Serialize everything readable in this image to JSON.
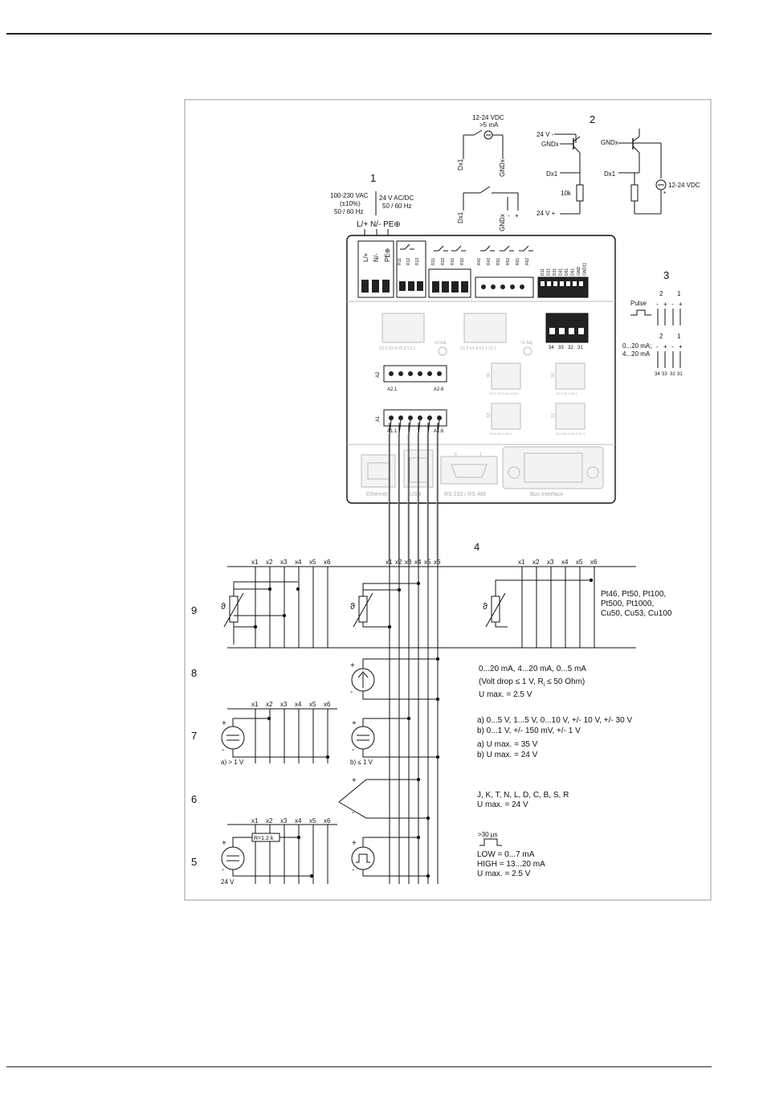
{
  "sections": {
    "s1": "1",
    "s2": "2",
    "s3": "3",
    "s4": "4",
    "s5": "5",
    "s6": "6",
    "s7": "7",
    "s8": "8",
    "s9": "9"
  },
  "supply": {
    "ac_l1": "100-230 VAC",
    "ac_l2": "(±10%)",
    "ac_l3": "50 / 60 Hz",
    "dc_l1": "24 V AC/DC",
    "dc_l2": "50 / 60 Hz",
    "terminals": "L/+ N/- PE⊕",
    "t_l": "L/+",
    "t_n": "N/-",
    "t_pe": "PE⊕"
  },
  "relays": [
    "R11",
    "R12",
    "R13",
    "R21",
    "R22",
    "R31",
    "R32",
    "R41",
    "R42",
    "R51",
    "R52",
    "R61",
    "R62"
  ],
  "digital_terms": [
    "D11",
    "D21",
    "D31",
    "D41",
    "D51",
    "D61",
    "GND",
    "GND11"
  ],
  "digital": {
    "vdc_l1": "12-24 VDC",
    "vdc_l2": ">5 mA",
    "dx1": "Dx1",
    "gndx": "GNDx",
    "v24m": "24 V -",
    "v24p": "24 V +",
    "r10k": "10k",
    "vdc_src": "12-24 VDC",
    "star": "*",
    "plus": "+",
    "minus": "-"
  },
  "device": {
    "v2": "V2.2 V2.4 V2.3 V2.1",
    "v2adj": "V2 Adj.",
    "v1": "V1.2 V1.4 V1.3 V1.1",
    "v1adj": "V1 Adj.",
    "a2": "A2",
    "a21": "A2.1",
    "a26": "A2.6",
    "a1": "A1",
    "a11": "A1.1",
    "a16": "A1.6",
    "t31_34": [
      "34",
      "33",
      "32",
      "31"
    ],
    "s4lbl": "S4.2 S4.3 S4.4 S4.1",
    "s2lbl": "S2.3 S2.2 S2.1",
    "s3lbl": "S3.4 S3.3 S3.2",
    "s1lbl": "S1.4 S1.3 S1.2 S1.1",
    "s5lbl": "S5",
    "s6lbl": "S6",
    "s3v": "S3",
    "s1v": "S1",
    "ethernet": "Ethernet",
    "usb": "USB",
    "rs": "RS 232 / RS 485",
    "bus": "Bus Interface",
    "pin5": "5",
    "pin1": "1"
  },
  "sec3": {
    "pulse": "Pulse",
    "ma": "0...20 mA;",
    "ma2": "4...20 mA",
    "n2": "2",
    "n1": "1",
    "sign_m": "-",
    "sign_p": "+",
    "t": [
      "34",
      "33",
      "32",
      "31"
    ]
  },
  "ch": {
    "x1": "x1",
    "x2": "x2",
    "x3": "x3",
    "x4": "x4",
    "x5": "x5",
    "x6": "x6"
  },
  "rows": {
    "r9_text": [
      "Pt46, Pt50, Pt100,",
      "Pt500, Pt1000,",
      "Cu50, Cu53, Cu100"
    ],
    "theta": "ϑ",
    "r8_l1": "0...20 mA, 4...20 mA, 0...5 mA",
    "r8_l2a": "(Volt drop ≤ 1 V, R",
    "r8_l2s": "i",
    "r8_l2b": " ≤ 50 Ohm)",
    "r8_l3": "U max. = 2.5 V",
    "r7_l1": "a) 0...5 V, 1...5 V, 0...10 V, +/- 10 V, +/- 30 V",
    "r7_l2": "b) 0...1 V, +/- 150 mV, +/- 1 V",
    "r7_l3": "a) U max. = 35 V",
    "r7_l4": "b) U max. = 24 V",
    "r7_a": "a) > 1 V",
    "r7_b": "b) ≤ 1 V",
    "r6_l1": "J, K, T, N, L, D, C, B, S, R",
    "r6_l2": "U max. = 24 V",
    "r5_pulse": ">30 µs",
    "r5_l1": "LOW = 0...7 mA",
    "r5_l2": "HIGH = 13...20 mA",
    "r5_l3": "U max. = 2.5 V",
    "r5_res": "R=1.2 k",
    "r5_24": "24 V"
  }
}
